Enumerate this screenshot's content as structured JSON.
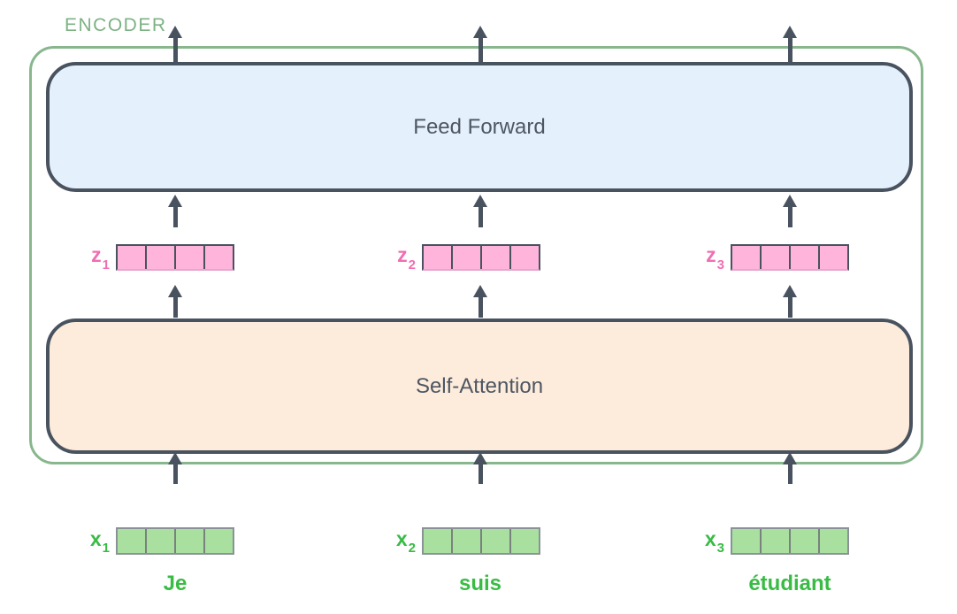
{
  "diagram": {
    "encoder_label": "ENCODER",
    "blocks": {
      "feed_forward": "Feed Forward",
      "self_attention": "Self-Attention"
    },
    "z_vectors": [
      {
        "base": "z",
        "sub": "1",
        "cells": 4
      },
      {
        "base": "z",
        "sub": "2",
        "cells": 4
      },
      {
        "base": "z",
        "sub": "3",
        "cells": 4
      }
    ],
    "x_vectors": [
      {
        "base": "x",
        "sub": "1",
        "cells": 4
      },
      {
        "base": "x",
        "sub": "2",
        "cells": 4
      },
      {
        "base": "x",
        "sub": "3",
        "cells": 4
      }
    ],
    "input_words": [
      "Je",
      "suis",
      "étudiant"
    ],
    "colors": {
      "encoder_outline": "#88B78E",
      "encoder_label_text": "#7DB284",
      "feed_forward_fill": "#E4F0FB",
      "self_attention_fill": "#FDECDB",
      "block_border": "#49525F",
      "block_text": "#4D5663",
      "arrow": "#49525F",
      "z_label": "#F06EB2",
      "z_cell_fill": "#FFB5DB",
      "x_label": "#38BC44",
      "x_cell_fill": "#A9E09F",
      "word_text": "#38BC44"
    }
  }
}
